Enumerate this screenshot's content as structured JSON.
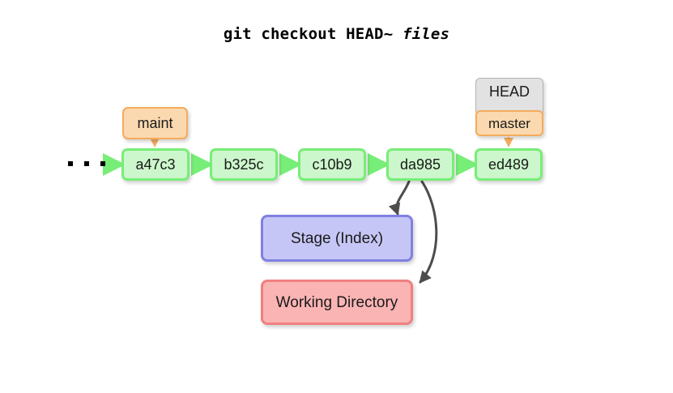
{
  "title": {
    "command": "git checkout HEAD~ ",
    "argument": "files",
    "full": "git checkout HEAD~ files"
  },
  "diagram": {
    "type": "git-history-graph",
    "ellipsis": "• • •",
    "commits": [
      {
        "id": "a47c3",
        "label": "a47c3"
      },
      {
        "id": "b325c",
        "label": "b325c"
      },
      {
        "id": "c10b9",
        "label": "c10b9"
      },
      {
        "id": "da985",
        "label": "da985"
      },
      {
        "id": "ed489",
        "label": "ed489"
      }
    ],
    "branches": [
      {
        "name": "maint",
        "label": "maint",
        "points_to": "a47c3"
      },
      {
        "name": "master",
        "label": "master",
        "points_to": "ed489"
      }
    ],
    "head": {
      "label": "HEAD",
      "points_to": "master"
    },
    "areas": [
      {
        "id": "stage",
        "label": "Stage (Index)"
      },
      {
        "id": "workdir",
        "label": "Working Directory"
      }
    ],
    "flow_arrows": [
      {
        "from": "da985",
        "to": "stage"
      },
      {
        "from": "da985",
        "to": "workdir"
      }
    ],
    "colors": {
      "commit_fill": "#ccf7cc",
      "commit_border": "#77ee77",
      "branch_fill": "#fbd9b0",
      "branch_border": "#f5ab5c",
      "head_fill": "#e2e2e2",
      "head_border": "#b4b4b4",
      "stage_fill": "#c6c6f6",
      "stage_border": "#8080e4",
      "workdir_fill": "#fab4b4",
      "workdir_border": "#f08080",
      "flow_arrow": "#4d4d4d",
      "background": "#ffffff"
    }
  }
}
